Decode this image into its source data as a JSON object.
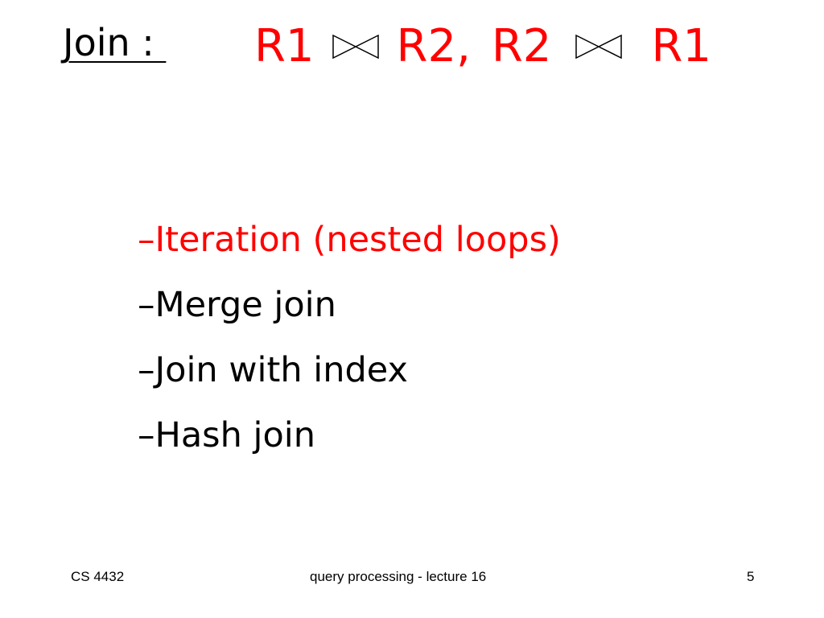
{
  "slide": {
    "title_label": "Join : ",
    "join_expression": {
      "relation_1": "R1",
      "relation_2": "R2,",
      "relation_3": "R2",
      "relation_4": "R1",
      "operator_icon": "natural-join-icon"
    },
    "bullets": [
      {
        "text": "–Iteration (nested loops)",
        "color": "#ff0000"
      },
      {
        "text": "–Merge join",
        "color": "#000000"
      },
      {
        "text": "–Join with index",
        "color": "#000000"
      },
      {
        "text": "–Hash join",
        "color": "#000000"
      }
    ]
  },
  "footer": {
    "course": "CS 4432",
    "lecture": "query processing - lecture 16",
    "page_number": "5"
  },
  "colors": {
    "accent": "#ff0000",
    "text": "#000000",
    "background": "#ffffff"
  }
}
